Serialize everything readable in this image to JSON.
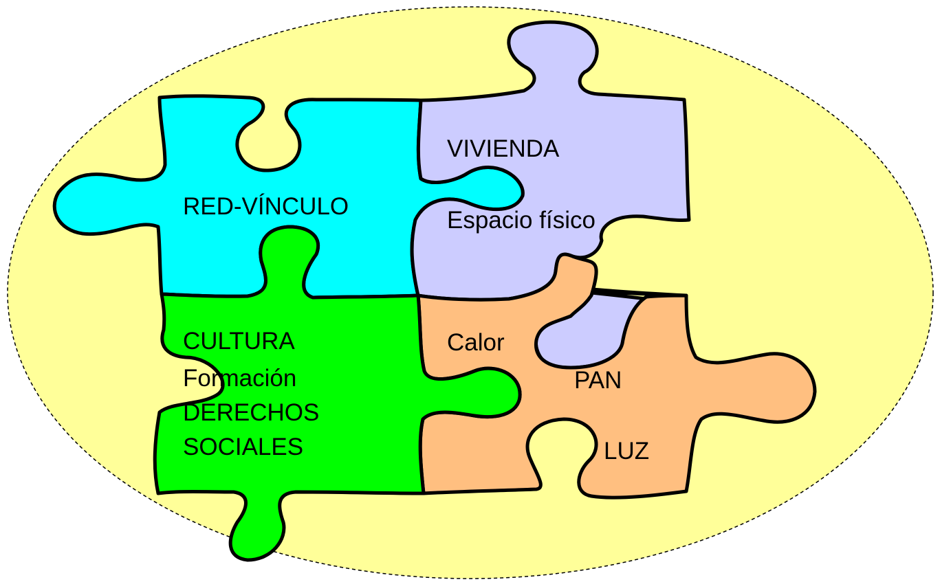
{
  "colors": {
    "background_ellipse": "#FFFF99",
    "ellipse_border": "#000000",
    "red_vinculo_piece": "#00FFFF",
    "vivienda_piece": "#CCCCFF",
    "cultura_piece": "#00FF00",
    "pan_piece": "#FFBF80"
  },
  "pieces": {
    "red_vinculo": {
      "label": "RED-VÍNCULO"
    },
    "vivienda": {
      "label": "VIVIENDA",
      "sublabel": "Espacio físico"
    },
    "cultura": {
      "lines": [
        "CULTURA",
        "Formación",
        "DERECHOS",
        "SOCIALES"
      ]
    },
    "pan": {
      "label_calor": "Calor",
      "label_pan": "PAN",
      "label_luz": "LUZ"
    }
  }
}
